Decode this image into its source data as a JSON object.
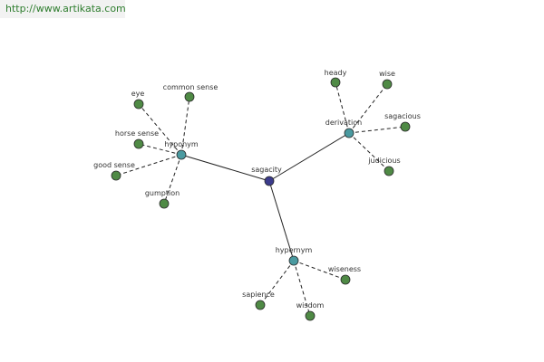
{
  "header": {
    "url": "http://www.artikata.com"
  },
  "colors": {
    "root_node": "#3b3b8c",
    "relation_node": "#4a9aa0",
    "leaf_node": "#4f8a45",
    "edge": "#222222"
  },
  "graph": {
    "root": {
      "id": "sagacity",
      "label": "sagacity"
    },
    "relations": [
      {
        "id": "hyponym",
        "label": "hyponym",
        "leaves": [
          "eye",
          "common sense",
          "horse sense",
          "good sense",
          "gumption"
        ]
      },
      {
        "id": "derivation",
        "label": "derivation",
        "leaves": [
          "heady",
          "wise",
          "sagacious",
          "judicious"
        ]
      },
      {
        "id": "hypernym",
        "label": "hypernym",
        "leaves": [
          "wiseness",
          "sapience",
          "wisdom"
        ]
      }
    ]
  }
}
